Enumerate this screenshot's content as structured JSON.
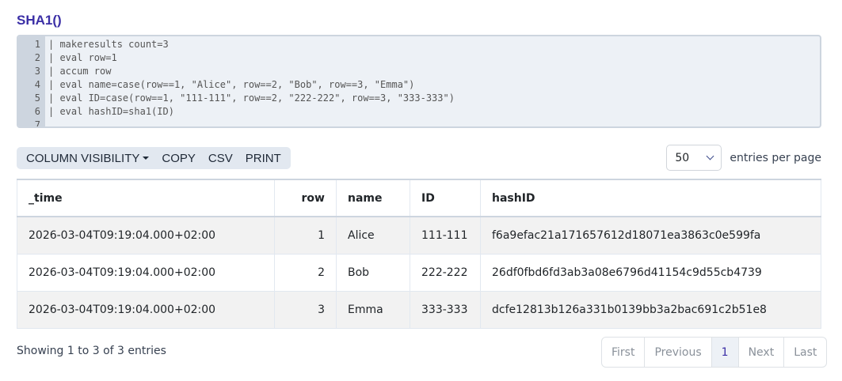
{
  "title": "SHA1()",
  "code": {
    "line_numbers": [
      "1",
      "2",
      "3",
      "4",
      "5",
      "6",
      "7"
    ],
    "lines": [
      "| makeresults count=3",
      "| eval row=1",
      "| accum row",
      "| eval name=case(row==1, \"Alice\", row==2, \"Bob\", row==3, \"Emma\")",
      "| eval ID=case(row==1, \"111-111\", row==2, \"222-222\", row==3, \"333-333\")",
      "| eval hashID=sha1(ID)",
      ""
    ]
  },
  "toolbar": {
    "column_visibility": "COLUMN VISIBILITY",
    "copy": "COPY",
    "csv": "CSV",
    "print": "PRINT"
  },
  "page_size": {
    "value": "50",
    "label": "entries per page"
  },
  "table": {
    "headers": [
      "_time",
      "row",
      "name",
      "ID",
      "hashID"
    ],
    "rows": [
      [
        "2026-03-04T09:19:04.000+02:00",
        "1",
        "Alice",
        "111-111",
        "f6a9efac21a171657612d18071ea3863c0e599fa"
      ],
      [
        "2026-03-04T09:19:04.000+02:00",
        "2",
        "Bob",
        "222-222",
        "26df0fbd6fd3ab3a08e6796d41154c9d55cb4739"
      ],
      [
        "2026-03-04T09:19:04.000+02:00",
        "3",
        "Emma",
        "333-333",
        "dcfe12813b126a331b0139bb3a2bac691c2b51e8"
      ]
    ]
  },
  "footer": {
    "info": "Showing 1 to 3 of 3 entries",
    "pagination": [
      "First",
      "Previous",
      "1",
      "Next",
      "Last"
    ]
  },
  "colors": {
    "accent": "#3b2fa6"
  }
}
